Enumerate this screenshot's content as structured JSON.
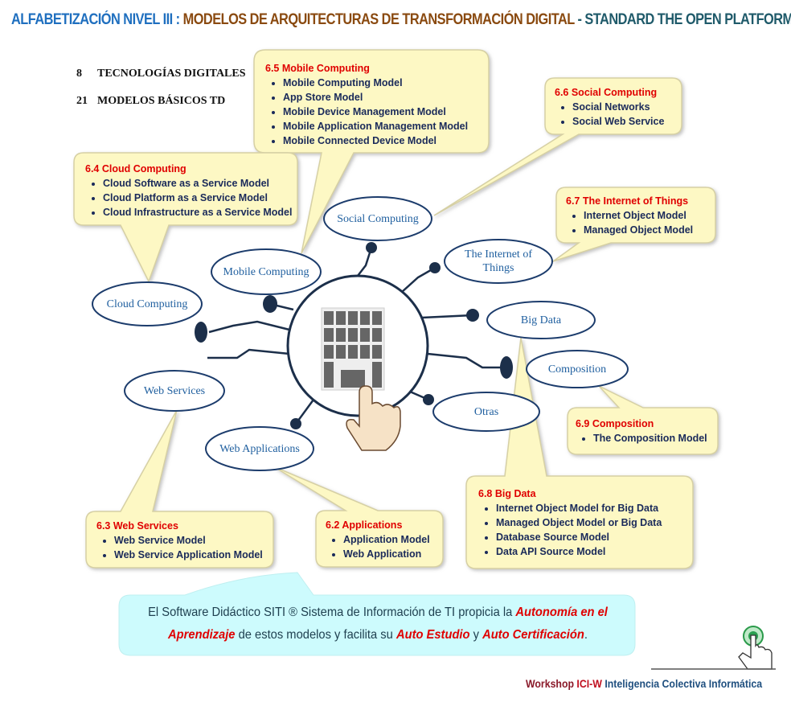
{
  "header": {
    "part1": "ALFABETIZACIÓN NIVEL III :",
    "part2": "MODELOS DE ARQUITECTURAS DE TRANSFORMACIÓN DIGITAL",
    "part3": "- STANDARD THE OPEN PLATFORM ®"
  },
  "stats": [
    {
      "num": "8",
      "label": "TECNOLOGÍAS DIGITALES"
    },
    {
      "num": "21",
      "label": "MODELOS BÁSICOS TD"
    }
  ],
  "nodes": {
    "social": "Social Computing",
    "iot": "The Internet of Things",
    "mobile": "Mobile Computing",
    "cloud": "Cloud Computing",
    "bigdata": "Big Data",
    "composition": "Composition",
    "webservices": "Web Services",
    "otras": "Otras",
    "webapps": "Web Applications"
  },
  "callouts": {
    "mobile": {
      "title": "6.5 Mobile Computing",
      "items": [
        "Mobile Computing Model",
        "App Store Model",
        "Mobile Device Management Model",
        "Mobile Application Management Model",
        "Mobile Connected Device Model"
      ]
    },
    "social": {
      "title": "6.6 Social Computing",
      "items": [
        "Social Networks",
        "Social Web Service"
      ]
    },
    "cloud": {
      "title": "6.4 Cloud Computing",
      "items": [
        "Cloud Software as a Service Model",
        "Cloud Platform as a Service Model",
        "Cloud Infrastructure as a Service Model"
      ]
    },
    "iot": {
      "title": "6.7 The Internet of Things",
      "items": [
        "Internet Object Model",
        "Managed Object Model"
      ]
    },
    "composition": {
      "title": "6.9 Composition",
      "items": [
        "The Composition Model"
      ]
    },
    "bigdata": {
      "title": "6.8 Big Data",
      "items": [
        "Internet Object Model for Big Data",
        "Managed Object Model or Big Data",
        "Database Source Model",
        "Data API Source Model"
      ]
    },
    "webservices": {
      "title": "6.3 Web Services",
      "items": [
        "Web Service Model",
        "Web Service Application Model"
      ]
    },
    "applications": {
      "title": "6.2 Applications",
      "items": [
        "Application Model",
        "Web Application"
      ]
    }
  },
  "bottom": {
    "t1": "El Software Didáctico SITI ® Sistema de Información de TI propicia la ",
    "r1": "Autonomía en el Aprendizaje",
    "t2": " de estos modelos y facilita su ",
    "r2": "Auto Estudio",
    "t3": " y ",
    "r3": "Auto Certificación",
    "t4": "."
  },
  "footer": {
    "f1": "Workshop ",
    "f2": "ICI-W ",
    "f3": "Inteligencia Colectiva Informática"
  },
  "colors": {
    "callout_fill": "#fdf8c4",
    "bottom_fill": "#cdfbfd",
    "title_red": "#e00000",
    "node_text": "#1f5f9f"
  }
}
